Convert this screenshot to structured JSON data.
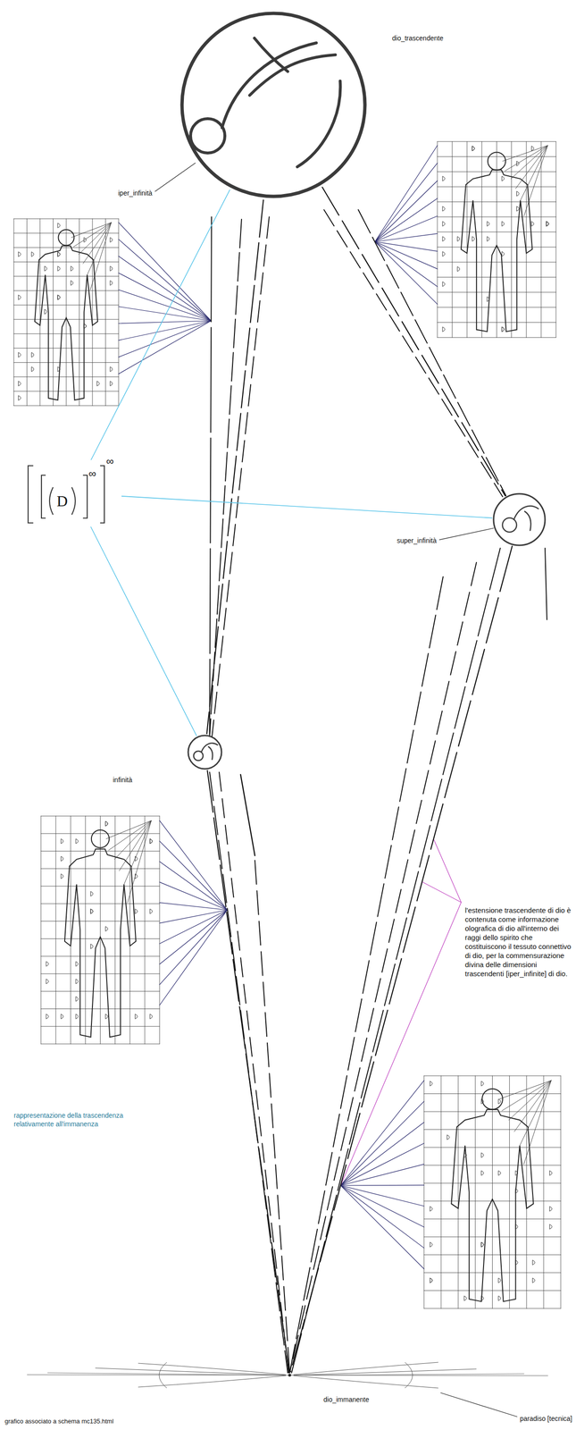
{
  "diagram": {
    "title": "rappresentazione della trascendenza relativamente all'immanenza",
    "caption": "grafico associato a schema mc135.html",
    "nodes": [
      {
        "text": [
          "dio_trascendente",
          "iper_infinità"
        ]
      },
      {
        "text": [
          "D",
          "∞",
          "∞"
        ]
      },
      {
        "text": [
          "super_infinità"
        ]
      },
      {
        "text": [
          "infinità"
        ]
      },
      {
        "text": [
          "dio_immanente"
        ]
      }
    ],
    "edges": [
      {
        "from": 0,
        "to": 3,
        "arrow": "none"
      },
      {
        "from": 0,
        "to": 2,
        "arrow": "none"
      },
      {
        "from": 2,
        "to": 4,
        "arrow": "none"
      },
      {
        "from": 3,
        "to": 4,
        "arrow": "none"
      },
      {
        "from": 0,
        "to": 1,
        "arrow": "none"
      },
      {
        "from": 1,
        "to": 2,
        "arrow": "none"
      },
      {
        "from": 1,
        "to": 3,
        "arrow": "none"
      }
    ],
    "labels": [
      "l'estensione trascendente di dio è contenuta come informazione olografica di dio all'interno dei raggi dello spirito che costituiscono il tessuto connettivo di dio, per la commensurazione divina delle dimensioni trascendenti [iper_infinite] di dio.",
      "paradiso [tecnica]"
    ]
  }
}
